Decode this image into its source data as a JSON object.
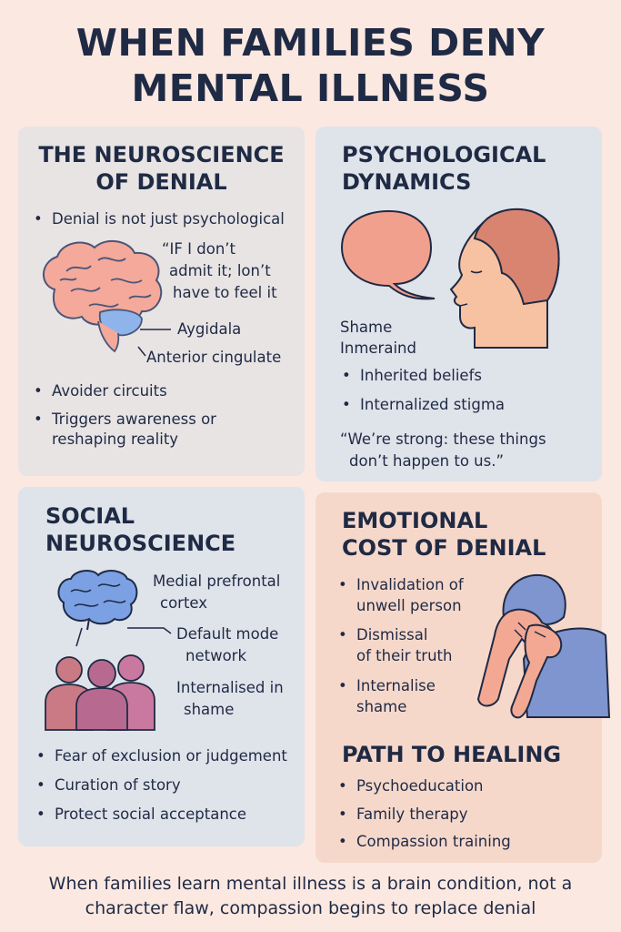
{
  "title": [
    "WHEN FAMILIES DENY",
    "MENTAL ILLNESS"
  ],
  "neuro_denial": {
    "heading": [
      "THE NEUROSCIENCE",
      "OF DENIAL"
    ],
    "intro": "Denial is not just psychological",
    "quote": [
      "“IF I don’t",
      "admit it; lon’t",
      "have to feel it"
    ],
    "label_amygdala": "Aygidala",
    "label_cingulate": "Anterior cingulate",
    "bullets": [
      "Avoider circuits",
      "Triggers awareness or",
      "reshaping reality"
    ]
  },
  "psych": {
    "heading": [
      "PSYCHOLOGICAL",
      "DYNAMICS"
    ],
    "label1": "Shame",
    "label2": "Inmeraind",
    "bullets": [
      "Inherited beliefs",
      "Internalized stigma"
    ],
    "quote": [
      "“We’re strong: these things",
      "don’t happen to us.”"
    ]
  },
  "social": {
    "heading": [
      "SOCIAL",
      "NEUROSCIENCE"
    ],
    "label1": [
      "Medial prefrontal",
      "cortex"
    ],
    "label2": [
      "Default mode",
      "network"
    ],
    "label3": [
      "Internalised in",
      "shame"
    ],
    "bullets": [
      "Fear of exclusion or judgement",
      "Curation of story",
      "Protect social acceptance"
    ]
  },
  "emotional": {
    "heading": [
      "EMOTIONAL",
      "COST OF DENIAL"
    ],
    "bullets": [
      [
        "Invalidation of",
        "unwell person"
      ],
      [
        "Dismissal",
        "of their truth"
      ],
      [
        "Internalise",
        "shame"
      ]
    ]
  },
  "healing": {
    "heading": "PATH TO HEALING",
    "bullets": [
      "Psychoeducation",
      "Family therapy",
      "Compassion training"
    ]
  },
  "footer": [
    "When families learn mental illness is a brain condition, not a",
    "character flaw, compassion begins to replace denial"
  ],
  "colors": {
    "background": "#fbe8e1",
    "brain_pink": "#f4a99a",
    "amygdala_blue": "#8fb4ec",
    "speech_bubble": "#f1a08e",
    "people_mauve": "#c9748f",
    "shirt_blue": "#7f95cf"
  }
}
